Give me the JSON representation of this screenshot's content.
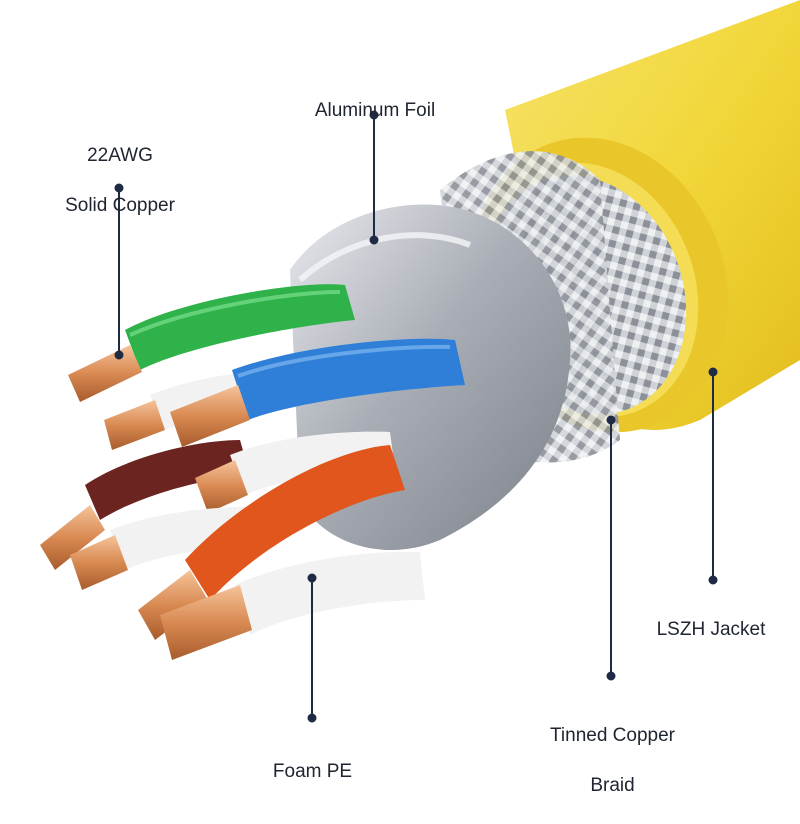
{
  "labels": {
    "aluminum_foil": "Aluminum Foil",
    "conductor_line1": "22AWG",
    "conductor_line2": "Solid Copper",
    "jacket": "LSZH Jacket",
    "braid_line1": "Tinned Copper",
    "braid_line2": "Braid",
    "insulation": "Foam PE"
  },
  "colors": {
    "jacket": "#f2d73a",
    "jacket_shade": "#e6c21e",
    "braid": "#c9ccd1",
    "foil": "#b9bdc4",
    "green_pair": "#2fb24a",
    "blue_pair": "#2f7fd8",
    "brown_pair": "#6b2420",
    "orange_pair": "#e0561c",
    "white_insulation": "#f2f2f2",
    "copper": "#d98a52",
    "leader": "#1f2a44"
  }
}
